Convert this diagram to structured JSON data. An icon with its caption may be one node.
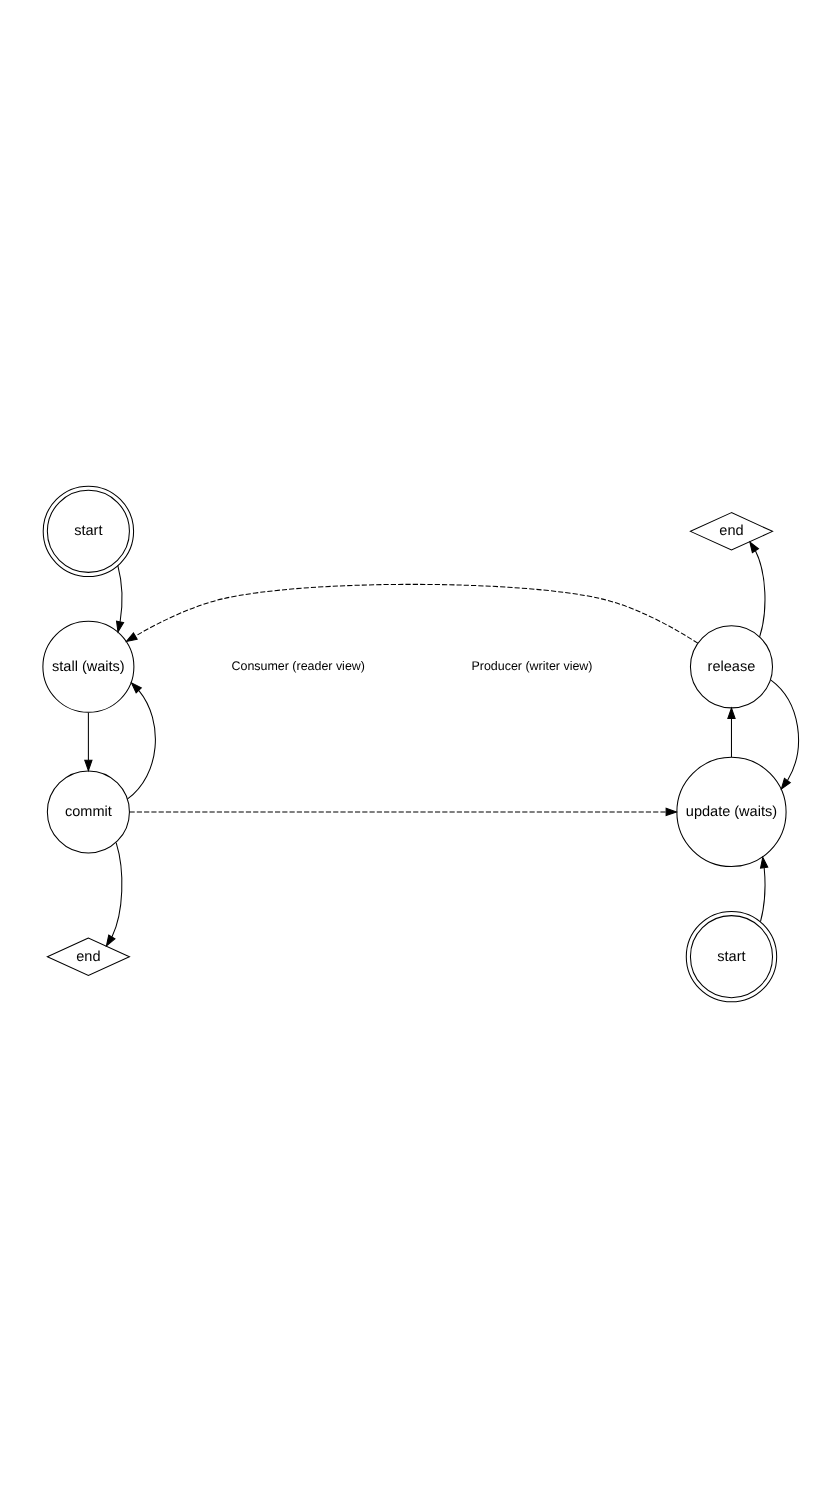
{
  "diagram": {
    "nodes": [
      {
        "text": [
          "start"
        ]
      },
      {
        "text": [
          "stall (waits)"
        ]
      },
      {
        "text": [
          "commit"
        ]
      },
      {
        "text": [
          "end"
        ]
      },
      {
        "text": [
          "end"
        ]
      },
      {
        "text": [
          "release"
        ]
      },
      {
        "text": [
          "update (waits)"
        ]
      },
      {
        "text": [
          "start"
        ]
      }
    ],
    "edges": [
      {
        "from": 0,
        "to": 1,
        "arrow": "to"
      },
      {
        "from": 1,
        "to": 2,
        "arrow": "to"
      },
      {
        "from": 2,
        "to": 3,
        "arrow": "to"
      },
      {
        "from": 2,
        "to": 1,
        "arrow": "to"
      },
      {
        "from": 5,
        "to": 1,
        "arrow": "to",
        "style": "dashed"
      },
      {
        "from": 2,
        "to": 6,
        "arrow": "to",
        "style": "dashed"
      },
      {
        "from": 7,
        "to": 6,
        "arrow": "to"
      },
      {
        "from": 6,
        "to": 5,
        "arrow": "to"
      },
      {
        "from": 5,
        "to": 4,
        "arrow": "to"
      },
      {
        "from": 5,
        "to": 6,
        "arrow": "to"
      }
    ],
    "labels": [
      "Consumer (reader view)",
      "Producer (writer view)"
    ]
  }
}
